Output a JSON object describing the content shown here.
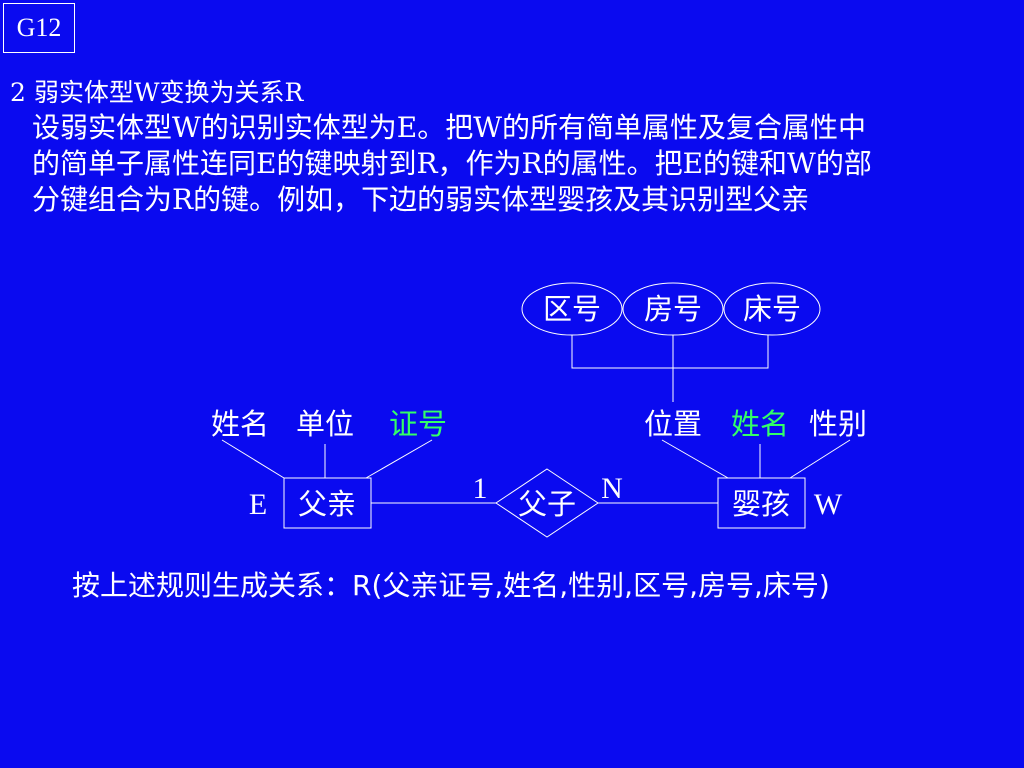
{
  "slide": {
    "tag": "G12",
    "heading": "2 弱实体型W变换为关系R",
    "paragraph": [
      "设弱实体型W的识别实体型为E。把W的所有简单属性及复合属性中",
      "的简单子属性连同E的键映射到R，作为R的属性。把E的键和W的部",
      "分键组合为R的键。例如，下边的弱实体型婴孩及其识别型父亲"
    ],
    "result": "按上述规则生成关系：R(父亲证号,姓名,性别,区号,房号,床号)"
  },
  "diagram": {
    "entities": {
      "father": "父亲",
      "baby": "婴孩"
    },
    "relationship": "父子",
    "entity_letters": {
      "father": "E",
      "baby": "W"
    },
    "cardinality": {
      "father_side": "1",
      "baby_side": "N"
    },
    "father_attributes": {
      "name": "姓名",
      "unit": "单位",
      "id": "证号"
    },
    "baby_attributes": {
      "location": "位置",
      "name": "姓名",
      "gender": "性别"
    },
    "location_parts": {
      "district": "区号",
      "room": "房号",
      "bed": "床号"
    },
    "colors": {
      "background": "#0a0af0",
      "line": "#ffffff",
      "key_attribute": "#33ff66"
    }
  }
}
